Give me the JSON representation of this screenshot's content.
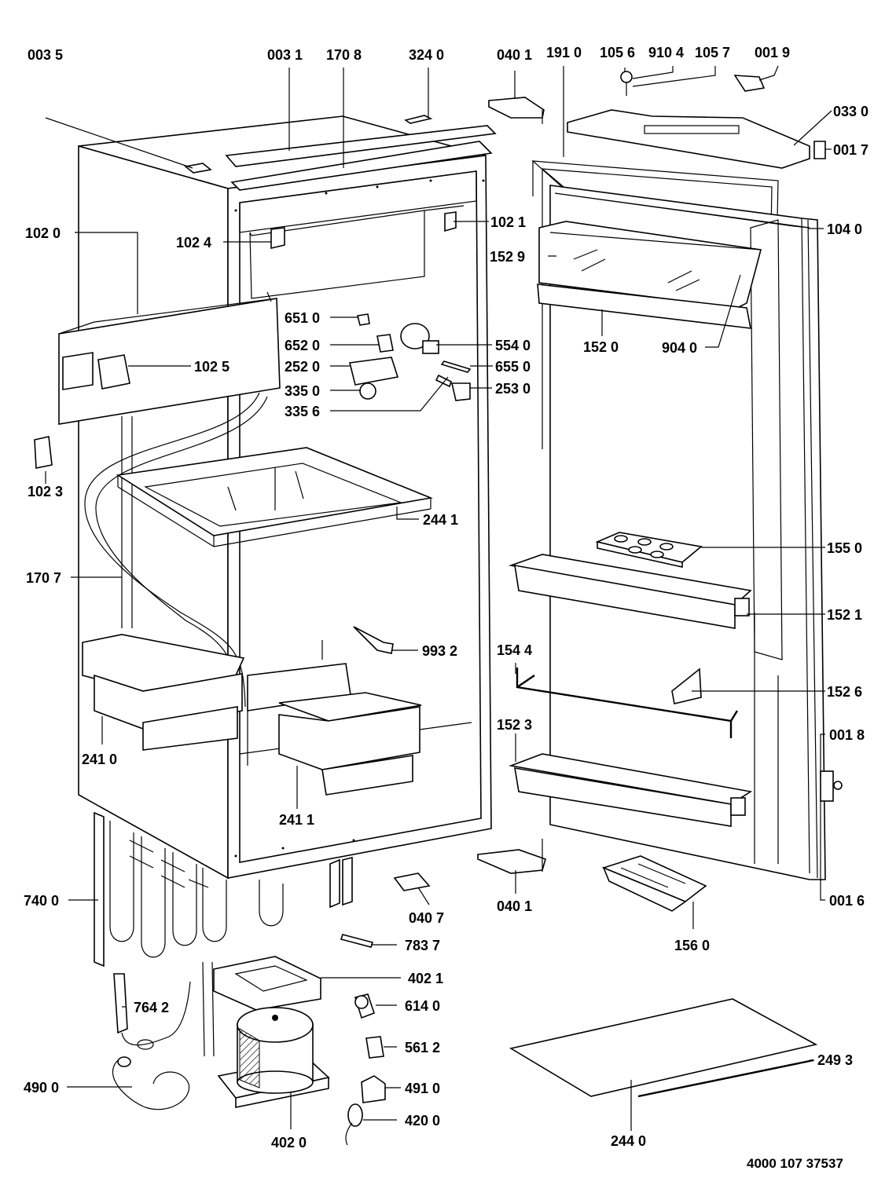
{
  "document_number": "4000 107 37537",
  "labels": {
    "l0035": "003 5",
    "l0031": "003 1",
    "l1708": "170 8",
    "l3240": "324 0",
    "l0401a": "040 1",
    "l1910": "191 0",
    "l1056": "105 6",
    "l9104": "910 4",
    "l1057": "105 7",
    "l0019": "001 9",
    "l0330": "033 0",
    "l0017": "001 7",
    "l1020": "102 0",
    "l1024": "102 4",
    "l1021": "102 1",
    "l1040": "104 0",
    "l1529": "152 9",
    "l6510": "651 0",
    "l6520": "652 0",
    "l5540": "554 0",
    "l1520": "152 0",
    "l9040": "904 0",
    "l1025": "102 5",
    "l2520": "252 0",
    "l6550": "655 0",
    "l3350": "335 0",
    "l2530": "253 0",
    "l3356": "335 6",
    "l1023": "102 3",
    "l2441": "244 1",
    "l1550": "155 0",
    "l1707": "170 7",
    "l1521": "152 1",
    "l9932": "993 2",
    "l1544": "154 4",
    "l1526": "152 6",
    "l1523": "152 3",
    "l0018": "001 8",
    "l2410": "241 0",
    "l2411": "241 1",
    "l7400": "740 0",
    "l0407": "040 7",
    "l0401b": "040 1",
    "l0016": "001 6",
    "l1560": "156 0",
    "l7837": "783 7",
    "l4021": "402 1",
    "l7642": "764 2",
    "l6140": "614 0",
    "l5612": "561 2",
    "l4900": "490 0",
    "l4910": "491 0",
    "l4200": "420 0",
    "l4020": "402 0",
    "l2493": "249 3",
    "l2440": "244 0"
  }
}
